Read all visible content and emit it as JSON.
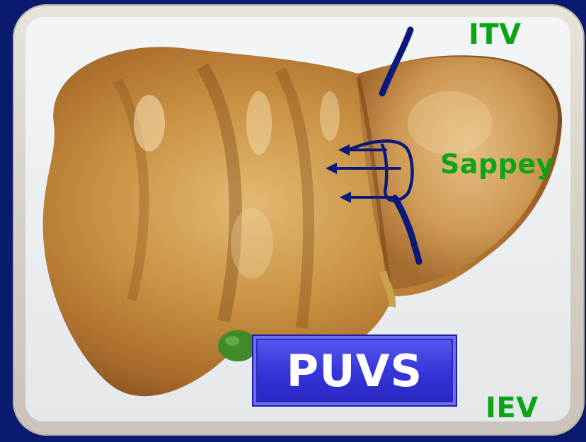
{
  "labels": {
    "top_right": "ITV",
    "middle_right": "Sappey",
    "bottom_right": "IEV",
    "center_box": "PUVS"
  },
  "colors": {
    "background": "#0a1a6e",
    "label_green": "#0aa514",
    "box_blue": "#3434d8",
    "box_text": "#ffffff",
    "annotation_line": "#0b1a7a"
  }
}
